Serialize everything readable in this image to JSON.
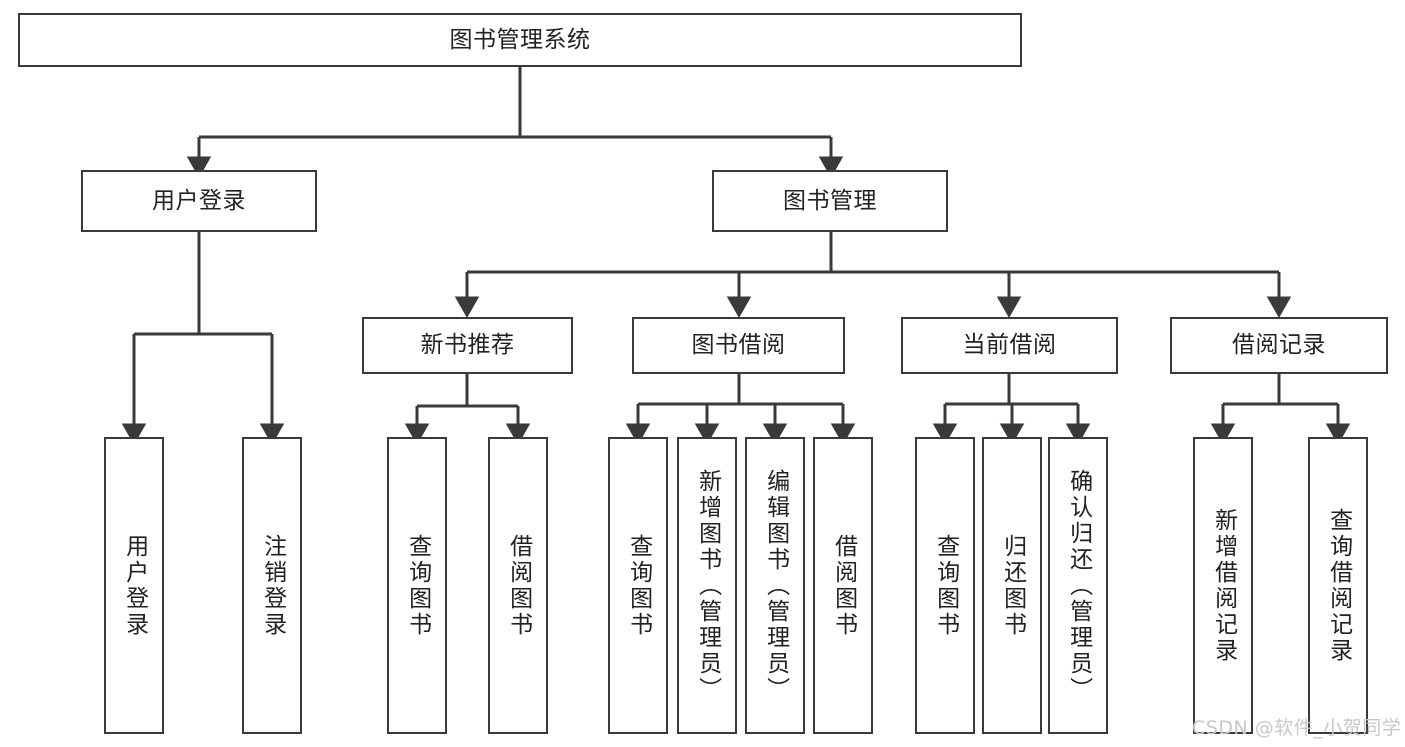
{
  "diagram": {
    "title": "图书管理系统",
    "type": "functional-decomposition-tree",
    "orientation": "top-down",
    "levels": 4,
    "nodes": {
      "root": {
        "label": "图书管理系统"
      },
      "level2": [
        {
          "id": "user-login",
          "label": "用户登录"
        },
        {
          "id": "book-management",
          "label": "图书管理"
        }
      ],
      "level3": [
        {
          "id": "new-book-recommend",
          "label": "新书推荐"
        },
        {
          "id": "book-borrow",
          "label": "图书借阅"
        },
        {
          "id": "current-borrow",
          "label": "当前借阅"
        },
        {
          "id": "borrow-record",
          "label": "借阅记录"
        }
      ],
      "leaves": {
        "user_login": [
          {
            "id": "leaf-user-login",
            "label": "用户登录"
          },
          {
            "id": "leaf-logout-login",
            "label": "注销登录"
          }
        ],
        "new_book_recommend": [
          {
            "id": "leaf-query-book-1",
            "label": "查询图书"
          },
          {
            "id": "leaf-borrow-book-1",
            "label": "借阅图书"
          }
        ],
        "book_borrow": [
          {
            "id": "leaf-query-book-2",
            "label": "查询图书"
          },
          {
            "id": "leaf-add-book",
            "label": "新增图书（管理员）"
          },
          {
            "id": "leaf-edit-book",
            "label": "编辑图书（管理员）"
          },
          {
            "id": "leaf-borrow-book-2",
            "label": "借阅图书"
          }
        ],
        "current_borrow": [
          {
            "id": "leaf-query-book-3",
            "label": "查询图书"
          },
          {
            "id": "leaf-return-book",
            "label": "归还图书"
          },
          {
            "id": "leaf-confirm-return",
            "label": "确认归还（管理员）"
          }
        ],
        "borrow_record": [
          {
            "id": "leaf-add-record",
            "label": "新增借阅记录"
          },
          {
            "id": "leaf-query-record",
            "label": "查询借阅记录"
          }
        ]
      }
    },
    "watermark": "CSDN @软件_小贺同学",
    "colors": {
      "background": "#ffffff",
      "box_fill": "#ffffff",
      "box_stroke": "#3a3a3a",
      "connector": "#3a3a3a",
      "text": "#222222",
      "watermark": "#c8c8c8"
    }
  }
}
